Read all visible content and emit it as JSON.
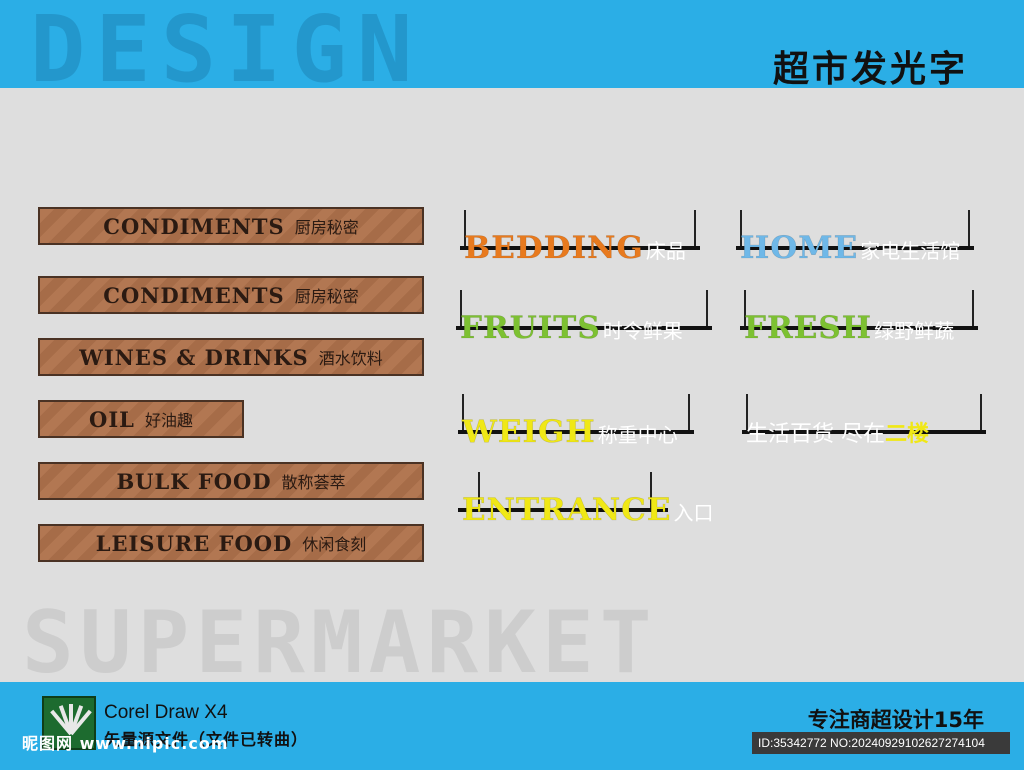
{
  "header": {
    "watermark": "DESIGN",
    "title": "超市发光字"
  },
  "footer_watermark": "SUPERMARKET",
  "wood_signs": [
    {
      "en": "CONDIMENTS",
      "cn": "厨房秘密"
    },
    {
      "en": "CONDIMENTS",
      "cn": "厨房秘密"
    },
    {
      "en": "WINES & DRINKS",
      "cn": "酒水饮料"
    },
    {
      "en": "OIL",
      "cn": "好油趣"
    },
    {
      "en": "BULK FOOD",
      "cn": "散称荟萃"
    },
    {
      "en": "LEISURE FOOD",
      "cn": "休闲食刻"
    }
  ],
  "light_signs": [
    {
      "en": "BEDDING",
      "cn": "床品",
      "color": "#e87a1e"
    },
    {
      "en": "HOME",
      "cn": "家电生活馆",
      "color": "#6fb8e8"
    },
    {
      "en": "FRUITS",
      "cn": "时令鲜果",
      "color": "#7dc132"
    },
    {
      "en": "FRESH",
      "cn": "绿野鲜蔬",
      "color": "#7dc132"
    },
    {
      "en": "WEIGH",
      "cn": "称重中心",
      "color": "#f0e816"
    },
    {
      "cn_main": "生活百货 尽在",
      "cn_highlight": "二楼",
      "color": "#f0e816"
    },
    {
      "en": "ENTRANCE",
      "cn": "入口",
      "color": "#f0e816"
    }
  ],
  "footer": {
    "software": "Corel Draw X4",
    "note": "矢量源文件（文件已转曲）",
    "site": "昵图网 www.nipic.com",
    "slogan": "专注商超设计15年",
    "id_text": "ID:35342772 NO:20240929102627274104"
  }
}
